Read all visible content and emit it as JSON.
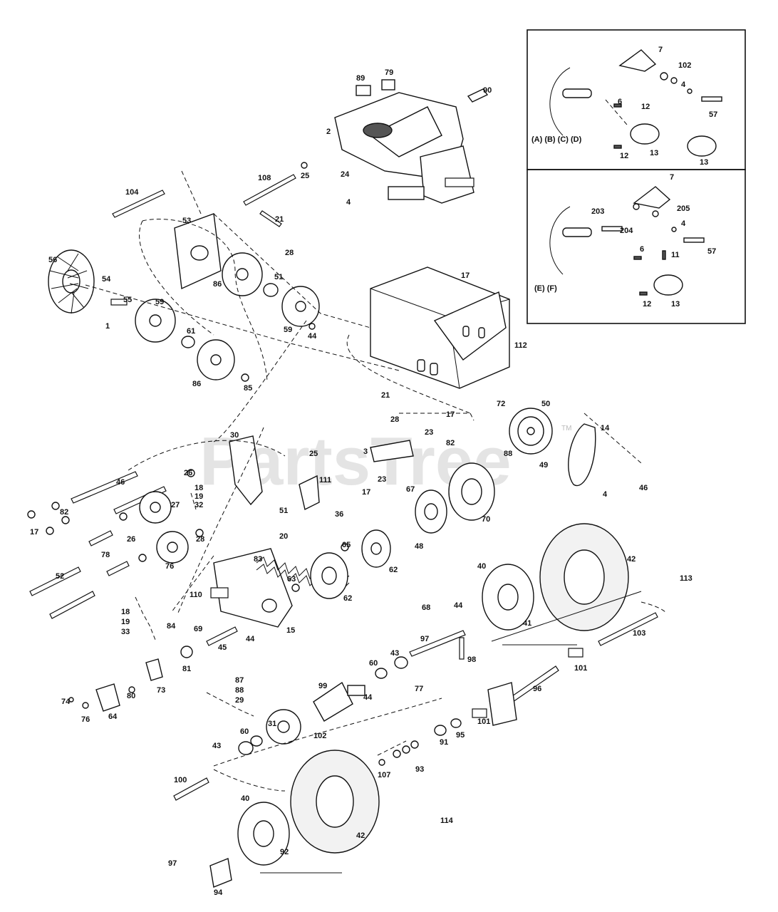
{
  "watermark": {
    "text": "PartsTree",
    "trademark": "TM"
  },
  "inset_labels": {
    "top_models": "(A) (B) (C) (D)",
    "bottom_models": "(E) (F)"
  },
  "callouts": {
    "c89": "89",
    "c79": "79",
    "c90": "90",
    "c2": "2",
    "c24": "24",
    "c4a": "4",
    "c108": "108",
    "c25a": "25",
    "c104": "104",
    "c53": "53",
    "c21a": "21",
    "c28a": "28",
    "c56": "56",
    "c54": "54",
    "c55": "55",
    "c1": "1",
    "c59a": "59",
    "c86a": "86",
    "c51": "51",
    "c59b": "59",
    "c44a": "44",
    "c61": "61",
    "c86b": "86",
    "c85": "85",
    "c17a": "17",
    "c112": "112",
    "c7a": "7",
    "c102a": "102",
    "c4b": "4",
    "c6a": "6",
    "c12a": "12",
    "c57a": "57",
    "c12b": "12",
    "c13a": "13",
    "c13b": "13",
    "c7b": "7",
    "c203": "203",
    "c205": "205",
    "c204": "204",
    "c4c": "4",
    "c57b": "57",
    "c6b": "6",
    "c11": "11",
    "c12c": "12",
    "c13c": "13",
    "c21b": "21",
    "c28b": "28",
    "c72": "72",
    "c50": "50",
    "c14": "14",
    "c17b": "17",
    "c23a": "23",
    "c82a": "82",
    "c3": "3",
    "c30": "30",
    "c25b": "25",
    "c88": "88",
    "c49": "49",
    "c4d": "4",
    "c46a": "46",
    "c23b": "23",
    "c17c": "17",
    "c111": "111",
    "c26a": "26",
    "c46b": "46",
    "c18a": "18",
    "c19a": "19",
    "c32": "32",
    "c27": "27",
    "c82b": "82",
    "c17d": "17",
    "c67": "67",
    "c70": "70",
    "c36": "36",
    "c51b": "51",
    "c20": "20",
    "c26b": "26",
    "c78": "78",
    "c28c": "28",
    "c76a": "76",
    "c52": "52",
    "c83": "83",
    "c65": "65",
    "c48": "48",
    "c63": "63",
    "c62a": "62",
    "c62b": "62",
    "c40a": "40",
    "c42a": "42",
    "c113": "113",
    "c110": "110",
    "c84": "84",
    "c69": "69",
    "c44b": "44",
    "c15": "15",
    "c18b": "18",
    "c19b": "19",
    "c33": "33",
    "c68": "68",
    "c44c": "44",
    "c41": "41",
    "c103": "103",
    "c45": "45",
    "c97a": "97",
    "c98": "98",
    "c81": "81",
    "c43a": "43",
    "c60a": "60",
    "c77": "77",
    "c101a": "101",
    "c73": "73",
    "c80": "80",
    "c74": "74",
    "c64": "64",
    "c76b": "76",
    "c87": "87",
    "c88b": "88",
    "c29": "29",
    "c99": "99",
    "c44d": "44",
    "c96": "96",
    "c31": "31",
    "c102b": "102",
    "c60b": "60",
    "c43b": "43",
    "c91": "91",
    "c95": "95",
    "c101b": "101",
    "c93": "93",
    "c107": "107",
    "c100": "100",
    "c40b": "40",
    "c114": "114",
    "c42b": "42",
    "c92": "92",
    "c97b": "97",
    "c94": "94"
  }
}
